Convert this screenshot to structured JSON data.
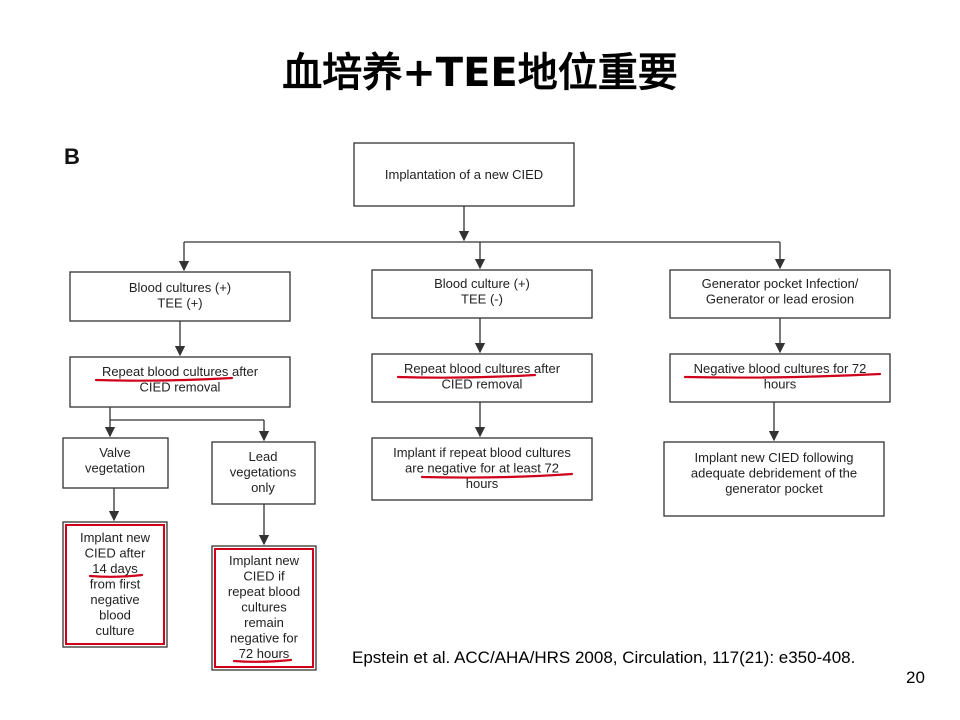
{
  "slide": {
    "title": "血培养+TEE地位重要",
    "panel_label": "B",
    "citation": "Epstein et al. ACC/AHA/HRS 2008, Circulation, 117(21): e350-408.",
    "page_number": "20"
  },
  "nodes": {
    "root": [
      "Implantation of a new CIED"
    ],
    "bc_pos_tee_pos": [
      "Blood cultures (+)",
      "TEE (+)"
    ],
    "bc_pos_tee_neg": [
      "Blood culture (+)",
      "TEE (-)"
    ],
    "pocket": [
      "Generator pocket Infection/",
      "Generator or lead erosion"
    ],
    "repeat_left": [
      "Repeat blood cultures after",
      "CIED removal"
    ],
    "repeat_mid": [
      "Repeat blood cultures after",
      "CIED removal"
    ],
    "neg72": [
      "Negative blood cultures for 72",
      "hours"
    ],
    "valve": [
      "Valve",
      "vegetation"
    ],
    "lead": [
      "Lead",
      "vegetations",
      "only"
    ],
    "implant_mid": [
      "Implant if repeat blood cultures",
      "are negative for at least 72",
      "hours"
    ],
    "implant_right": [
      "Implant new CIED following",
      "adequate debridement of the",
      "generator pocket"
    ],
    "implant_valve": [
      "Implant new",
      "CIED after",
      "14 days",
      "from first",
      "negative",
      "blood",
      "culture"
    ],
    "implant_lead": [
      "Implant new",
      "CIED if",
      "repeat blood",
      "cultures",
      "remain",
      "negative for",
      "72 hours"
    ]
  },
  "colors": {
    "box_border": "#333333",
    "arrow": "#333333",
    "highlight": "#d0021b"
  }
}
